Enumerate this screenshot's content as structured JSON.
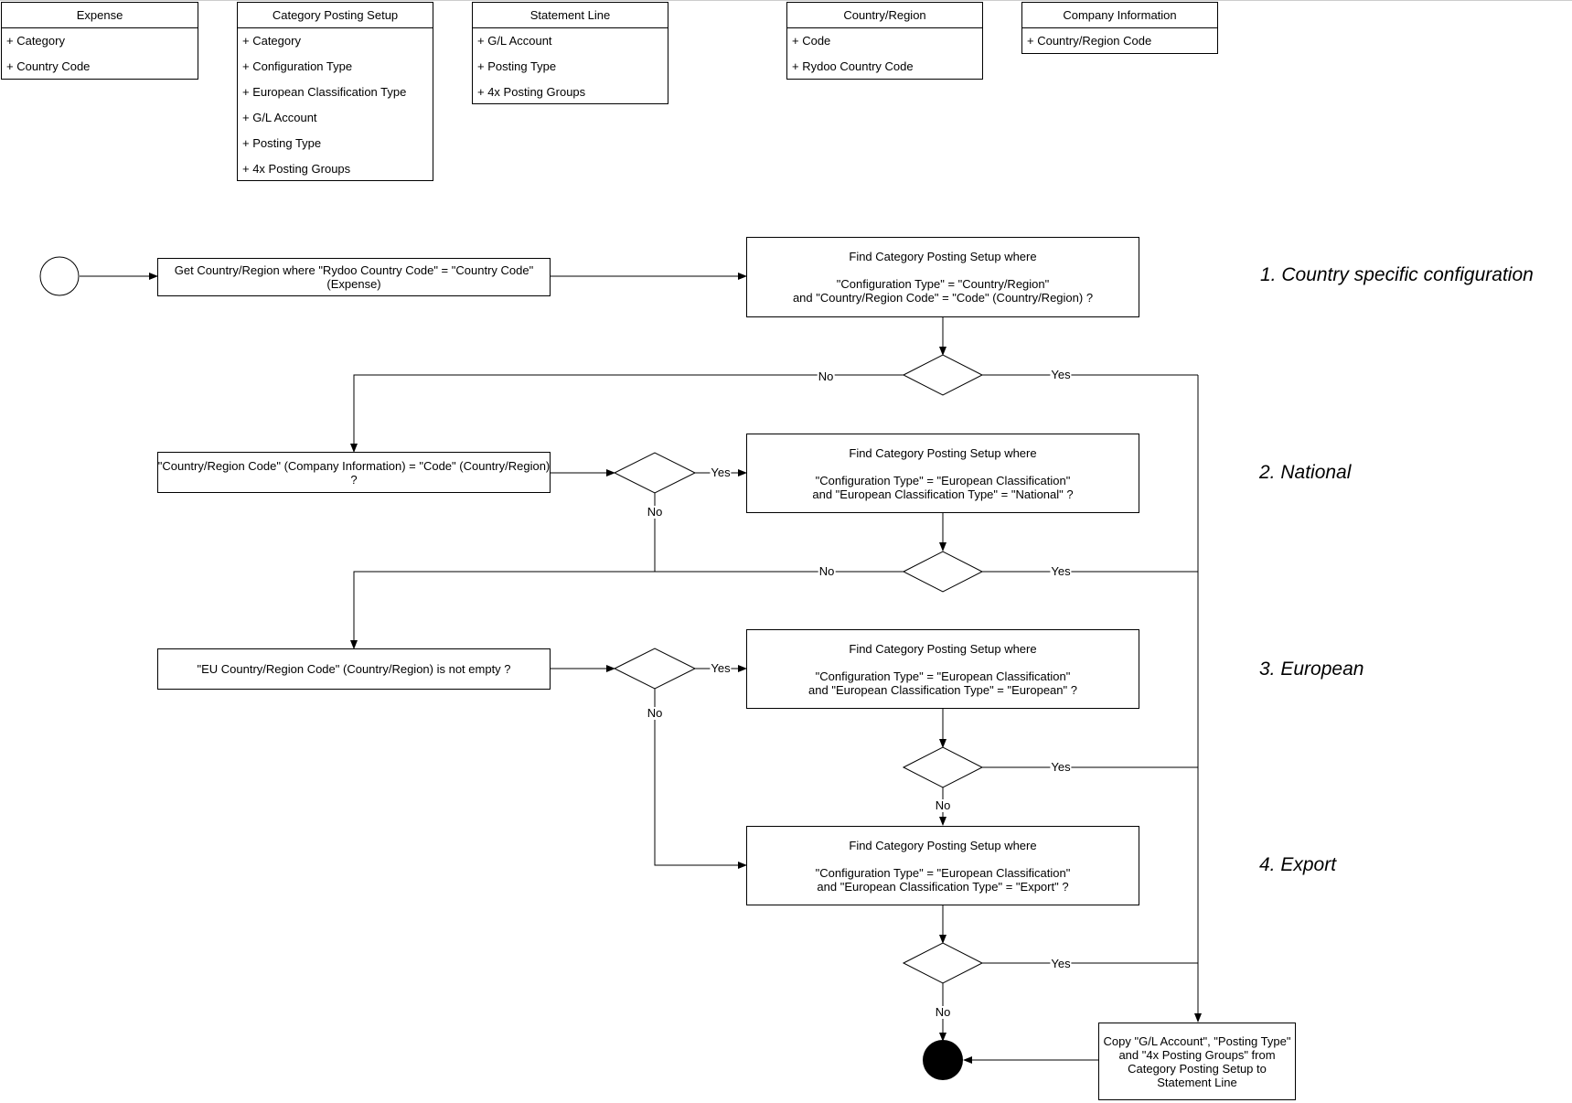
{
  "classes": {
    "expense": {
      "title": "Expense",
      "attrs": [
        "+ Category",
        "+ Country Code"
      ]
    },
    "category_posting_setup": {
      "title": "Category Posting Setup",
      "attrs": [
        "+ Category",
        "+ Configuration Type",
        "+ European Classification Type",
        "+ G/L Account",
        "+ Posting Type",
        "+ 4x Posting Groups"
      ]
    },
    "statement_line": {
      "title": "Statement Line",
      "attrs": [
        "+ G/L Account",
        "+ Posting Type",
        "+ 4x Posting Groups"
      ]
    },
    "country_region": {
      "title": "Country/Region",
      "attrs": [
        "+ Code",
        "+ Rydoo Country Code"
      ]
    },
    "company_information": {
      "title": "Company Information",
      "attrs": [
        "+ Country/Region Code"
      ]
    }
  },
  "nodes": {
    "get_country": [
      "Get Country/Region where \"Rydoo Country Code\" = \"Country Code\"",
      "(Expense)"
    ],
    "find_country_specific": [
      "Find Category Posting Setup where",
      "",
      "\"Configuration Type\" = \"Country/Region\"",
      "and \"Country/Region Code\" = \"Code\" (Country/Region) ?"
    ],
    "company_country_check": [
      "\"Country/Region Code\" (Company Information) = \"Code\" (Country/Region)",
      "?"
    ],
    "find_national": [
      "Find Category Posting Setup where",
      "",
      "\"Configuration Type\" = \"European Classification\"",
      "and \"European Classification Type\" = \"National\" ?"
    ],
    "eu_code_check": [
      "\"EU Country/Region Code\" (Country/Region) is not empty ?"
    ],
    "find_european": [
      "Find Category Posting Setup where",
      "",
      "\"Configuration Type\" = \"European Classification\"",
      "and \"European Classification Type\" = \"European\" ?"
    ],
    "find_export": [
      "Find Category Posting Setup where",
      "",
      "\"Configuration Type\" = \"European Classification\"",
      "and \"European Classification Type\" = \"Export\" ?"
    ],
    "copy_fields": [
      "Copy \"G/L Account\", \"Posting Type\"",
      "and \"4x Posting Groups\" from",
      "Category Posting Setup to",
      "Statement Line"
    ]
  },
  "edge_labels": {
    "yes": "Yes",
    "no": "No"
  },
  "sections": {
    "country_specific": "1. Country specific configuration",
    "national": "2. National",
    "european": "3. European",
    "export": "4. Export"
  }
}
